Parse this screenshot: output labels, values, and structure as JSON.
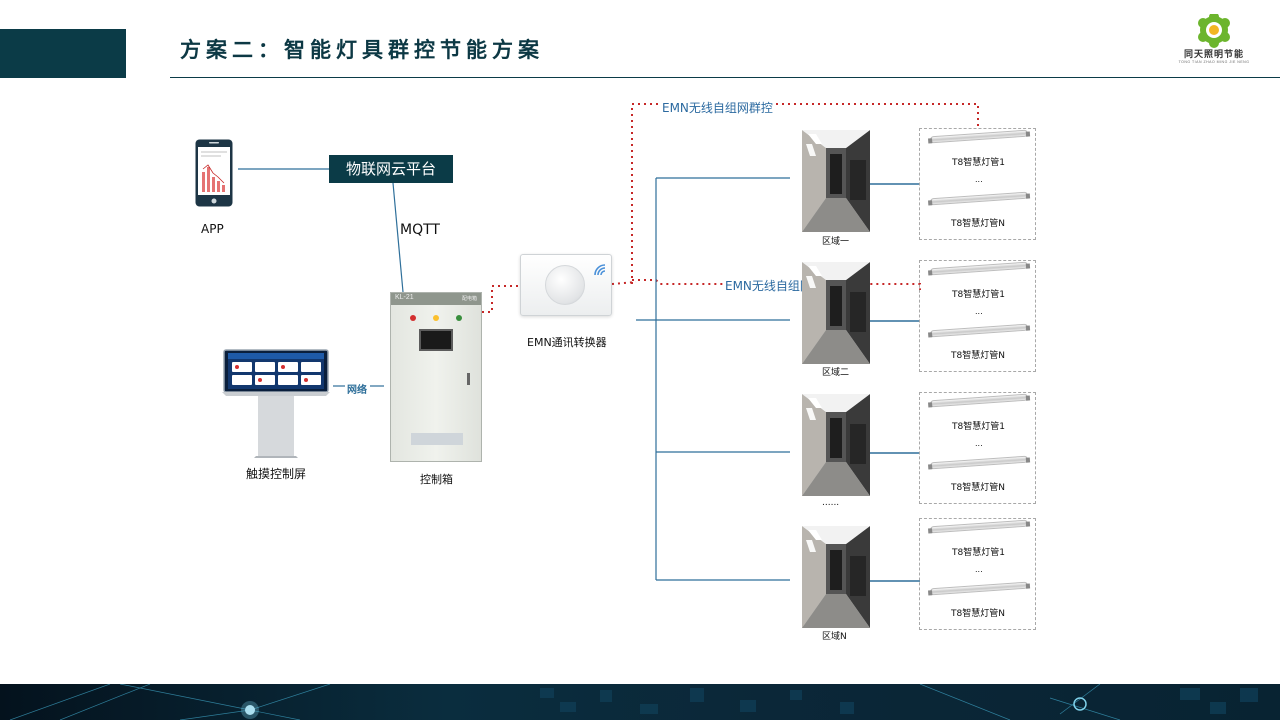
{
  "header": {
    "title": "方案二：智能灯具群控节能方案",
    "logo_cn": "同天照明节能",
    "logo_en": "TONG TIAN ZHAO MING JIE NENG",
    "accent_color": "#0b3b47"
  },
  "diagram": {
    "cloud_platform": "物联网云平台",
    "app_label": "APP",
    "mqtt_label": "MQTT",
    "network_label": "网络",
    "touch_screen_label": "触摸控制屏",
    "control_box_label": "控制箱",
    "converter_label": "EMN通讯转换器",
    "wireless_top": "EMN无线自组网群控",
    "wireless_mid": "EMN无线自组网群控",
    "panel_header": "KL-21",
    "panel_badge": "配电箱",
    "zones": [
      {
        "label": "区域一",
        "lamp_first": "T8智慧灯管1",
        "ellipsis": "...",
        "lamp_last": "T8智慧灯管N"
      },
      {
        "label": "区域二",
        "lamp_first": "T8智慧灯管1",
        "ellipsis": "...",
        "lamp_last": "T8智慧灯管N"
      },
      {
        "label": "......",
        "lamp_first": "T8智慧灯管1",
        "ellipsis": "...",
        "lamp_last": "T8智慧灯管N"
      },
      {
        "label": "区域N",
        "lamp_first": "T8智慧灯管1",
        "ellipsis": "...",
        "lamp_last": "T8智慧灯管N"
      }
    ],
    "colors": {
      "line_blue": "#2e6f9a",
      "wireless_red": "#c62828",
      "cloud_box": "#0b3b47"
    }
  }
}
